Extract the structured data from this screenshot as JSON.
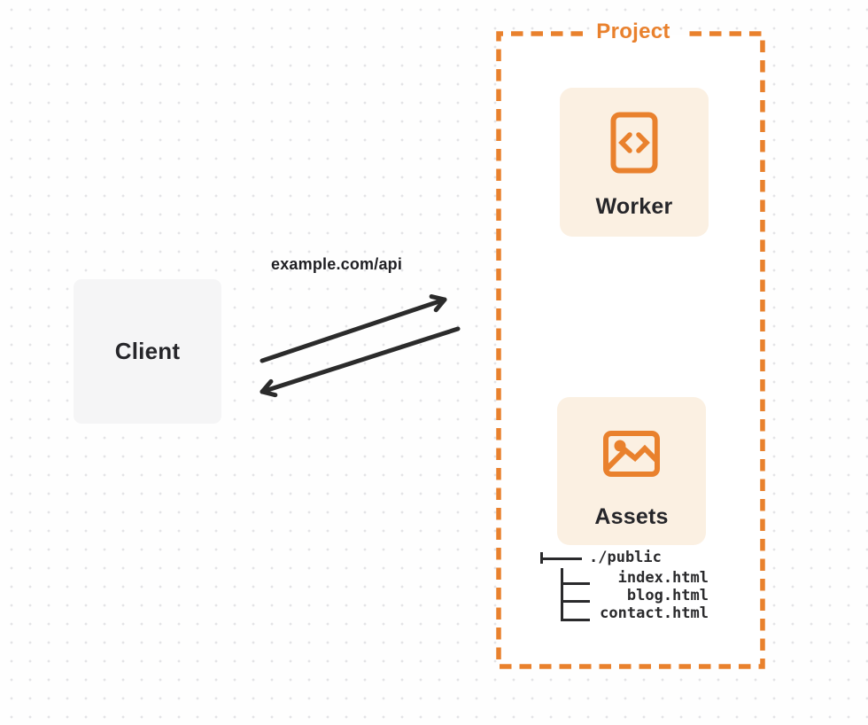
{
  "client": {
    "label": "Client"
  },
  "request": {
    "label": "example.com/api"
  },
  "project": {
    "title": "Project",
    "worker": {
      "label": "Worker",
      "icon": "code-file-icon"
    },
    "assets": {
      "label": "Assets",
      "icon": "image-icon"
    },
    "file_tree": {
      "root": "./public",
      "files": [
        "index.html",
        "blog.html",
        "contact.html"
      ]
    }
  },
  "colors": {
    "accent_orange": "#E9812D",
    "card_background": "#FBF0E2",
    "client_background": "#F5F5F6",
    "arrow_black": "#2B2B2B",
    "text_dark": "#26262A"
  }
}
